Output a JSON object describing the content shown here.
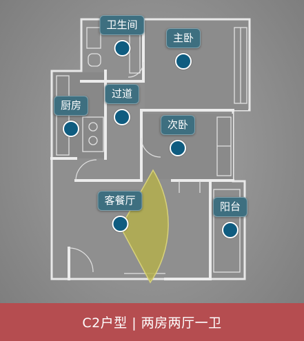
{
  "rooms": {
    "bathroom": "卫生间",
    "master_bedroom": "主卧",
    "corridor": "过道",
    "kitchen": "厨房",
    "second_bedroom": "次卧",
    "living_dining": "客餐厅",
    "balcony": "阳台"
  },
  "caption": "C2户型 | 两房两厅一卫",
  "colors": {
    "marker": "#0f5c80",
    "label_bg": "#3e6f80",
    "view_cone": "#b5b04a",
    "caption_bar": "#b54d50"
  },
  "icons": {
    "marker": "location-dot-icon"
  }
}
